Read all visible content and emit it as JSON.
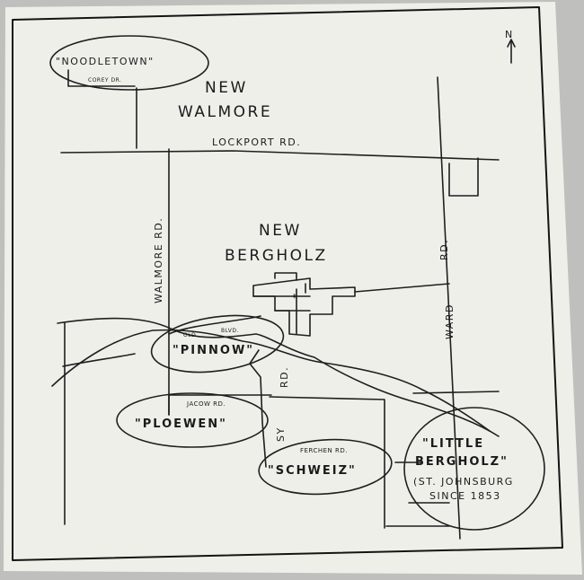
{
  "north_label": "N",
  "settlements": {
    "new_walmore_line1": "NEW",
    "new_walmore_line2": "WALMORE",
    "new_bergholz_line1": "NEW",
    "new_bergholz_line2": "BERGHOLZ"
  },
  "districts": {
    "noodletown": "\"NOODLETOWN\"",
    "pinnow": "\"PINNOW\"",
    "ploewen": "\"PLOEWEN\"",
    "schweiz": "\"SCHWEIZ\"",
    "little_bergholz_line1": "\"LITTLE",
    "little_bergholz_line2": "BERGHOLZ\"",
    "st_johnsburg_line1": "(ST. JOHNSBURG",
    "st_johnsburg_line2": "SINCE 1853"
  },
  "roads": {
    "lockport": "LOCKPORT RD.",
    "walmore": "WALMORE RD.",
    "ward_1": "WARD",
    "ward_2": "RD.",
    "sy": "SY",
    "sy_rd": "RD.",
    "old": "OLD",
    "blvd": "BLVD.",
    "jacow": "JACOW RD.",
    "ferchen": "FERCHEN RD.",
    "corey": "COREY DR."
  },
  "colors": {
    "paper": "#efefea",
    "ink": "#1f1f1f",
    "background": "#bfbfbd"
  }
}
